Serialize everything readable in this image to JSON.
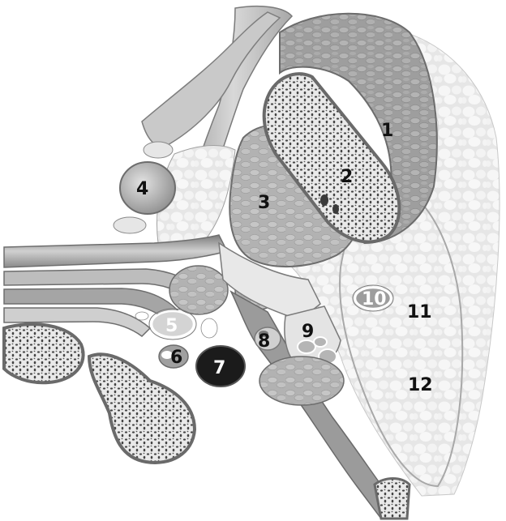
{
  "labels": {
    "l1": "1",
    "l2": "2",
    "l3": "3",
    "l4": "4",
    "l5": "5",
    "l6": "6",
    "l7": "7",
    "l8": "8",
    "l9": "9",
    "l10": "10",
    "l11": "11",
    "l12": "12"
  },
  "colors": {
    "background": "#ffffff",
    "muscle": "#a9a9a9",
    "muscle_dark": "#8f8f8f",
    "bone": "#ececec",
    "fat": "#f0f0f0",
    "fascia": "#d6d6d6",
    "vessel_dark": "#1a1a1a"
  }
}
